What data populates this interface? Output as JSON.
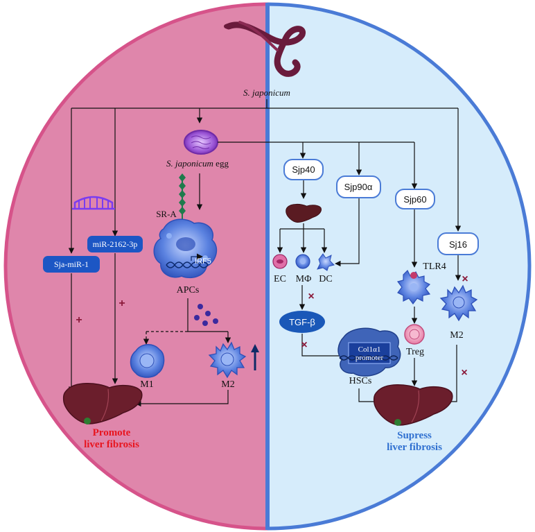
{
  "colors": {
    "left_fill": "#df86ab",
    "left_border": "#d6538a",
    "right_fill": "#d6ecfb",
    "right_border": "#4a7bd6",
    "pill_blue": "#1c56c4",
    "inhibit": "#8b1a3a",
    "promote_text": "#e8151f",
    "supress_text": "#2f6fd0",
    "worm": "#6a1b3c",
    "egg": "#a25fd6",
    "cell": "#4b73d6",
    "liver": "#6b1e2c"
  },
  "title": {
    "parasite": "S. japonicum"
  },
  "egg": {
    "label_italic": "S. japonicum",
    "label_rest": " egg"
  },
  "left": {
    "receptor": "SR-A",
    "irf5": "IRF5",
    "apcs": "APCs",
    "m1": "M1",
    "m2": "M2",
    "mirna1": "Sja-miR-1",
    "mirna2": "miR-2162-3p",
    "outcome_line1": "Promote",
    "outcome_line2": "liver fibrosis",
    "promote_mark": "+"
  },
  "right": {
    "sjp40": "Sjp40",
    "sjp90": "Sjp90α",
    "sjp60": "Sjp60",
    "sj16": "Sj16",
    "ec": "EC",
    "mphi": "MΦ",
    "dc": "DC",
    "tgf": "TGF-β",
    "col_line1": "Col1α1",
    "col_line2": "promoter",
    "hscs": "HSCs",
    "tlr4": "TLR4",
    "treg": "Treg",
    "m2": "M2",
    "outcome_line1": "Supress",
    "outcome_line2": "liver fibrosis",
    "inhibit_mark": "×"
  },
  "icons": {
    "worm": "schistosoma-worm-icon",
    "egg": "parasite-egg-icon",
    "liver": "liver-icon",
    "macrophage": "macrophage-cell-icon",
    "hsc": "hepatic-stellate-cell-icon",
    "mirna": "microrna-hairpin-icon",
    "dna": "dna-helix-icon",
    "arrow_up": "up-arrow-icon"
  }
}
